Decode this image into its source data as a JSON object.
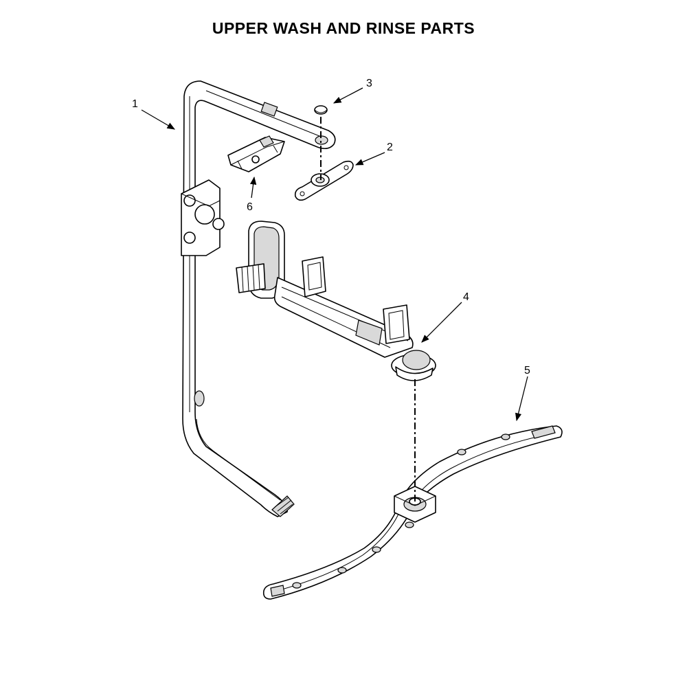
{
  "title": "UPPER WASH AND RINSE PARTS",
  "callouts": [
    {
      "id": "1",
      "label": "1"
    },
    {
      "id": "2",
      "label": "2"
    },
    {
      "id": "3",
      "label": "3"
    },
    {
      "id": "4",
      "label": "4"
    },
    {
      "id": "5",
      "label": "5"
    },
    {
      "id": "6",
      "label": "6"
    }
  ],
  "colors": {
    "line": "#000000",
    "fill": "#ffffff",
    "shade": "#d9d9d9"
  }
}
